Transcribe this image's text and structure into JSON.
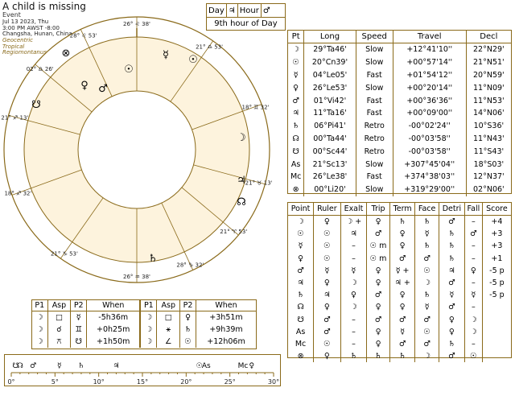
{
  "header": {
    "title": "A child is missing",
    "subtitle": "Event",
    "date": "Jul 13 2023, Thu",
    "time": "3:00 PM AWST -8:00",
    "place": "Changsha, Hunan, China",
    "zodiac": "Geocentric",
    "zodiac2": "Tropical",
    "houses": "Regiomontanus"
  },
  "dayhour": {
    "day_label": "Day",
    "day_ruler": "♃",
    "hour_label": "Hour",
    "hour_ruler": "♂",
    "note": "9th hour of Day"
  },
  "positions": {
    "headers": [
      "Pt",
      "Long",
      "Speed",
      "Travel",
      "Decl"
    ],
    "rows": [
      [
        "☽",
        "29°Ta46'",
        "Slow",
        "+12°41'10''",
        "22°N29'"
      ],
      [
        "☉",
        "20°Cn39'",
        "Slow",
        "+00°57'14''",
        "21°N51'"
      ],
      [
        "☿",
        "04°Le05'",
        "Fast",
        "+01°54'12''",
        "20°N59'"
      ],
      [
        "♀",
        "26°Le53'",
        "Slow",
        "+00°20'14''",
        "11°N09'"
      ],
      [
        "♂",
        "01°Vi42'",
        "Fast",
        "+00°36'36''",
        "11°N53'"
      ],
      [
        "♃",
        "11°Ta16'",
        "Fast",
        "+00°09'00''",
        "14°N06'"
      ],
      [
        "♄",
        "06°Pi41'",
        "Retro",
        "-00°02'24''",
        "10°S36'"
      ],
      [
        "☊",
        "00°Ta44'",
        "Retro",
        "-00°03'58''",
        "11°N43'"
      ],
      [
        "☋",
        "00°Sc44'",
        "Retro",
        "-00°03'58''",
        "11°S43'"
      ],
      [
        "As",
        "21°Sc13'",
        "Slow",
        "+307°45'04''",
        "18°S03'"
      ],
      [
        "Mc",
        "26°Le38'",
        "Fast",
        "+374°38'03''",
        "12°N37'"
      ],
      [
        "⊗",
        "00°Li20'",
        "Slow",
        "+319°29'00''",
        "02°N06'"
      ]
    ]
  },
  "dignities": {
    "headers": [
      "Point",
      "Ruler",
      "Exalt",
      "Trip",
      "Term",
      "Face",
      "Detri",
      "Fall",
      "Score"
    ],
    "rows": [
      [
        "☽",
        "♀",
        "☽ +",
        "♀",
        "♄",
        "♄",
        "♂",
        "–",
        "+4"
      ],
      [
        "☉",
        "☉",
        "♃",
        "♂",
        "♀",
        "☿",
        "♄",
        "♂",
        "+3"
      ],
      [
        "☿",
        "☉",
        "–",
        "☉ m",
        "♀",
        "♄",
        "♄",
        "–",
        "+3"
      ],
      [
        "♀",
        "☉",
        "–",
        "☉ m",
        "♂",
        "♂",
        "♄",
        "–",
        "+1"
      ],
      [
        "♂",
        "☿",
        "☿",
        "♀",
        "☿ +",
        "☉",
        "♃",
        "♀",
        "-5 p"
      ],
      [
        "♃",
        "♀",
        "☽",
        "♀",
        "♃ +",
        "☽",
        "♂",
        "–",
        "-5 p"
      ],
      [
        "♄",
        "♃",
        "♀",
        "♂",
        "♀",
        "♄",
        "☿",
        "☿",
        "-5 p"
      ],
      [
        "☊",
        "♀",
        "☽",
        "♀",
        "♀",
        "☿",
        "♂",
        "–",
        ""
      ],
      [
        "☋",
        "♂",
        "–",
        "♂",
        "♂",
        "♂",
        "♀",
        "☽",
        ""
      ],
      [
        "As",
        "♂",
        "–",
        "♀",
        "☿",
        "☉",
        "♀",
        "☽",
        ""
      ],
      [
        "Mc",
        "☉",
        "–",
        "♀",
        "♂",
        "♂",
        "♄",
        "–",
        ""
      ],
      [
        "⊗",
        "♀",
        "♄",
        "♄",
        "♄",
        "☽",
        "♂",
        "☉",
        ""
      ]
    ]
  },
  "aspects": {
    "headers": [
      "P1",
      "Asp",
      "P2",
      "When",
      "P1",
      "Asp",
      "P2",
      "When"
    ],
    "rows": [
      [
        "☽",
        "□",
        "☿",
        "-5h36m",
        "☽",
        "□",
        "♀",
        "+3h51m"
      ],
      [
        "☽",
        "☌",
        "♊",
        "+0h25m",
        "☽",
        "⚹",
        "♄",
        "+9h39m"
      ],
      [
        "☽",
        "⚻",
        "☋",
        "+1h50m",
        "☽",
        "∠",
        "☉",
        "+12h06m"
      ]
    ]
  },
  "ruler": {
    "ticks": [
      "0°",
      "5°",
      "10°",
      "15°",
      "20°",
      "25°",
      "30°"
    ],
    "markers": [
      "☋",
      "☊",
      "♂",
      "☿",
      "♄",
      "♃",
      "☉",
      "As",
      "Mc",
      "♀"
    ]
  },
  "chart": {
    "cusps": [
      [
        "26° ♌ 38'",
        ""
      ],
      [
        "21° ♎ 53'",
        ""
      ],
      [
        "18° ♊ 32'",
        ""
      ],
      [
        "21° ♉ 13'",
        ""
      ],
      [
        "21° ♈ 53'",
        ""
      ],
      [
        "28° ♑ 32'",
        ""
      ],
      [
        "26° ♒ 38'",
        ""
      ],
      [
        "21° ♑ 53'",
        ""
      ],
      [
        "18° ♐ 32'",
        ""
      ],
      [
        "21° ♐ 13'",
        ""
      ],
      [
        "02° ♎ 26'",
        ""
      ],
      [
        "28° ♌ 53'",
        ""
      ]
    ]
  }
}
